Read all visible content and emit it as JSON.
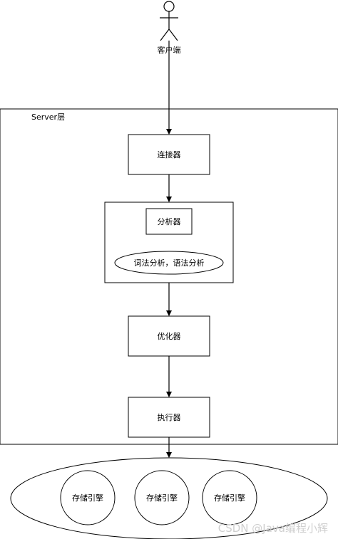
{
  "client": {
    "label": "客户端"
  },
  "server": {
    "label": "Server层"
  },
  "boxes": {
    "connector": "连接器",
    "analyzer": "分析器",
    "analysis_desc": "词法分析，语法分析",
    "optimizer": "优化器",
    "executor": "执行器"
  },
  "storage": {
    "engines": [
      "存储引擎",
      "存储引擎",
      "存储引擎"
    ]
  },
  "watermark": "CSDN @Java编程小辉"
}
